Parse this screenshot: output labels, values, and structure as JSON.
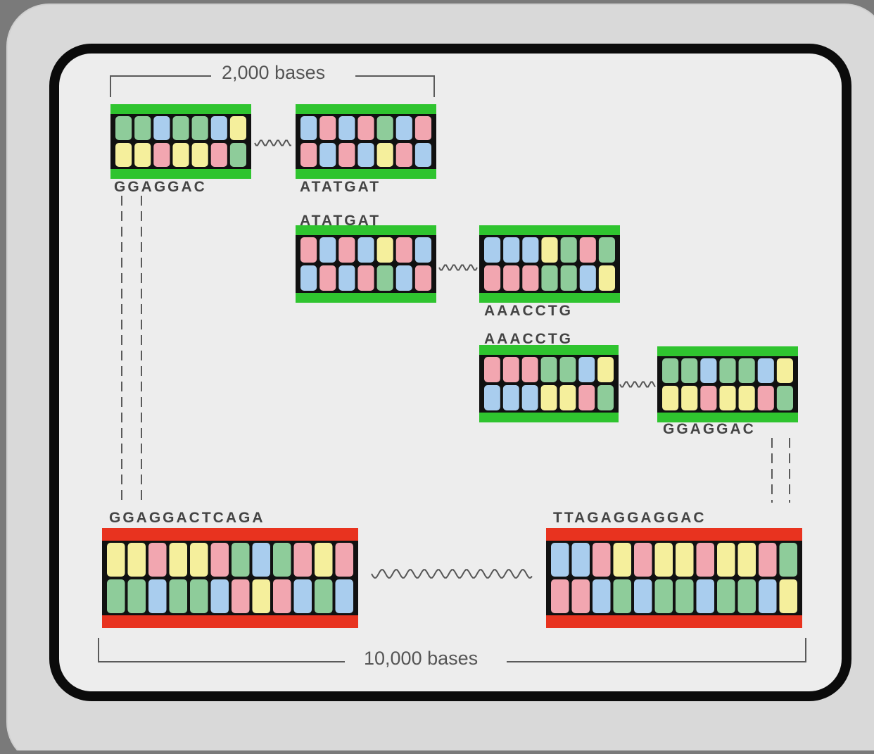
{
  "colors": {
    "base_A": "#a9cdee",
    "base_B": "#f2a6b0",
    "base_C": "#f5ef9c",
    "base_D": "#8ecc9a",
    "short_read_band": "#2fc42f",
    "long_read_band": "#e8331f",
    "panel": "#ededed",
    "frame": "#0b0b0b"
  },
  "scale": {
    "top": "2,000 bases",
    "bottom": "10,000 bases"
  },
  "short_reads": [
    {
      "id": "read1",
      "left": "GGAGGAC",
      "right": "ATATGAT",
      "left_top": [
        "D",
        "D",
        "A",
        "D",
        "D",
        "A",
        "C"
      ],
      "left_bottom": [
        "C",
        "C",
        "B",
        "C",
        "C",
        "B",
        "D"
      ],
      "right_top": [
        "A",
        "B",
        "A",
        "B",
        "D",
        "A",
        "B"
      ],
      "right_bottom": [
        "B",
        "A",
        "B",
        "A",
        "C",
        "B",
        "A"
      ]
    },
    {
      "id": "read2",
      "left": "ATATGAT",
      "right": "AAACCTG",
      "left_top": [
        "B",
        "A",
        "B",
        "A",
        "C",
        "B",
        "A"
      ],
      "left_bottom": [
        "A",
        "B",
        "A",
        "B",
        "D",
        "A",
        "B"
      ],
      "right_top": [
        "A",
        "A",
        "A",
        "C",
        "D",
        "B",
        "D"
      ],
      "right_bottom": [
        "B",
        "B",
        "B",
        "D",
        "D",
        "A",
        "C"
      ]
    },
    {
      "id": "read3",
      "left": "AAACCTG",
      "right": "GGAGGAC",
      "left_top": [
        "B",
        "B",
        "B",
        "D",
        "D",
        "A",
        "C"
      ],
      "left_bottom": [
        "A",
        "A",
        "A",
        "C",
        "C",
        "B",
        "D"
      ],
      "right_top": [
        "D",
        "D",
        "A",
        "D",
        "D",
        "A",
        "C"
      ],
      "right_bottom": [
        "C",
        "C",
        "B",
        "C",
        "C",
        "B",
        "D"
      ]
    }
  ],
  "long_read": {
    "left_seq": "GGAGGACTCAGA",
    "right_seq": "TTAGAGGAGGAC",
    "left_top": [
      "C",
      "C",
      "B",
      "C",
      "C",
      "B",
      "D",
      "A",
      "D",
      "B",
      "C",
      "B"
    ],
    "left_bottom": [
      "D",
      "D",
      "A",
      "D",
      "D",
      "A",
      "B",
      "C",
      "B",
      "A",
      "D",
      "A"
    ],
    "right_top": [
      "A",
      "A",
      "B",
      "C",
      "B",
      "C",
      "C",
      "B",
      "C",
      "C",
      "B",
      "D"
    ],
    "right_bottom": [
      "B",
      "B",
      "A",
      "D",
      "A",
      "D",
      "D",
      "A",
      "D",
      "D",
      "A",
      "C"
    ]
  }
}
